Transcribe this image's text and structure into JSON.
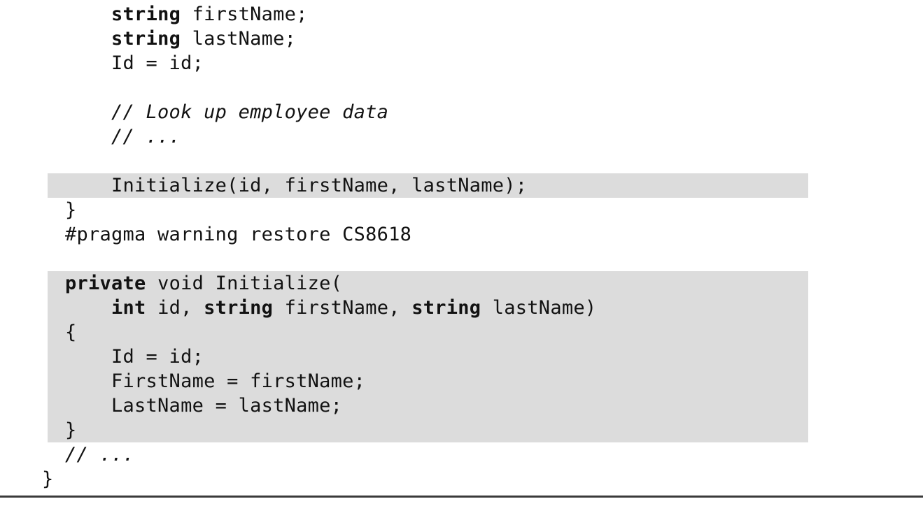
{
  "page": {
    "background_color": "#ffffff",
    "text_color": "#121212",
    "highlight_color": "#dcdcdc",
    "rule_color": "#3a3a3a"
  },
  "code": {
    "language": "csharp",
    "lines": [
      {
        "highlight": false,
        "segments": [
          {
            "t": "      ",
            "s": "plain"
          },
          {
            "t": "string",
            "s": "keyword"
          },
          {
            "t": " firstName;",
            "s": "plain"
          }
        ]
      },
      {
        "highlight": false,
        "segments": [
          {
            "t": "      ",
            "s": "plain"
          },
          {
            "t": "string",
            "s": "keyword"
          },
          {
            "t": " lastName;",
            "s": "plain"
          }
        ]
      },
      {
        "highlight": false,
        "segments": [
          {
            "t": "      Id = id;",
            "s": "plain"
          }
        ]
      },
      {
        "highlight": false,
        "segments": []
      },
      {
        "highlight": false,
        "segments": [
          {
            "t": "      // Look up employee data",
            "s": "comment"
          }
        ]
      },
      {
        "highlight": false,
        "segments": [
          {
            "t": "      // ...",
            "s": "comment"
          }
        ]
      },
      {
        "highlight": false,
        "segments": []
      },
      {
        "highlight": true,
        "segments": [
          {
            "t": "      Initialize(id, firstName, lastName);",
            "s": "plain"
          }
        ]
      },
      {
        "highlight": false,
        "segments": [
          {
            "t": "  }",
            "s": "plain"
          }
        ]
      },
      {
        "highlight": false,
        "segments": [
          {
            "t": "  #pragma warning restore CS8618",
            "s": "plain"
          }
        ]
      },
      {
        "highlight": false,
        "segments": []
      },
      {
        "highlight": true,
        "segments": [
          {
            "t": "  ",
            "s": "plain"
          },
          {
            "t": "private",
            "s": "keyword"
          },
          {
            "t": " void Initialize(",
            "s": "plain"
          }
        ]
      },
      {
        "highlight": true,
        "segments": [
          {
            "t": "      ",
            "s": "plain"
          },
          {
            "t": "int",
            "s": "keyword"
          },
          {
            "t": " id, ",
            "s": "plain"
          },
          {
            "t": "string",
            "s": "keyword"
          },
          {
            "t": " firstName, ",
            "s": "plain"
          },
          {
            "t": "string",
            "s": "keyword"
          },
          {
            "t": " lastName)",
            "s": "plain"
          }
        ]
      },
      {
        "highlight": true,
        "segments": [
          {
            "t": "  {",
            "s": "plain"
          }
        ]
      },
      {
        "highlight": true,
        "segments": [
          {
            "t": "      Id = id;",
            "s": "plain"
          }
        ]
      },
      {
        "highlight": true,
        "segments": [
          {
            "t": "      FirstName = firstName;",
            "s": "plain"
          }
        ]
      },
      {
        "highlight": true,
        "segments": [
          {
            "t": "      LastName = lastName;",
            "s": "plain"
          }
        ]
      },
      {
        "highlight": true,
        "segments": [
          {
            "t": "  }",
            "s": "plain"
          }
        ]
      },
      {
        "highlight": false,
        "segments": [
          {
            "t": "  // ...",
            "s": "comment"
          }
        ]
      },
      {
        "highlight": false,
        "segments": [
          {
            "t": "}",
            "s": "plain"
          }
        ]
      }
    ]
  }
}
